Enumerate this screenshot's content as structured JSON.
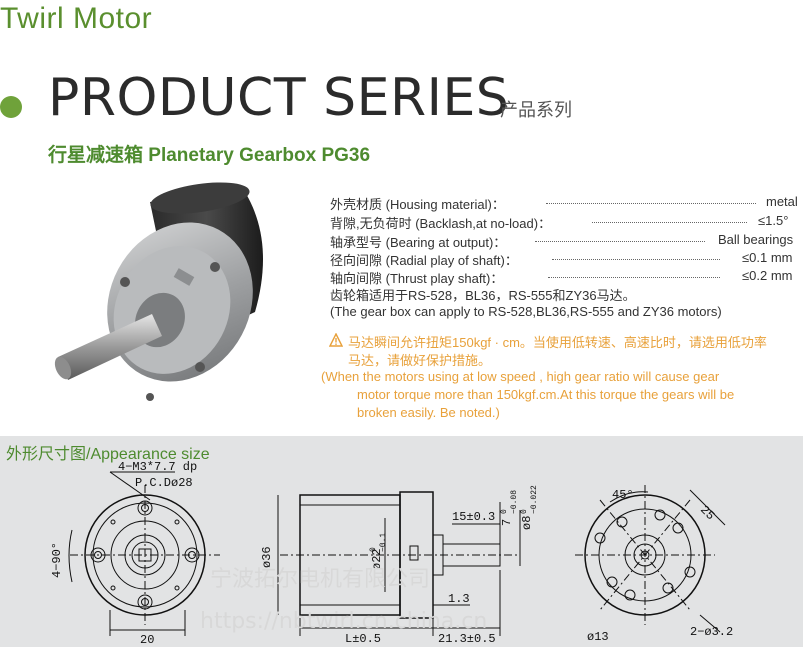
{
  "header": {
    "brand": "Twirl Motor",
    "series_title": "PRODUCT SERIES",
    "series_subtitle": "产品系列",
    "product_title": "行星减速箱 Planetary Gearbox  PG36"
  },
  "specs": [
    {
      "label": "外壳材质  (Housing material)：",
      "value": "metal"
    },
    {
      "label": "背隙,无负荷时  (Backlash,at no-load)：",
      "value": "≤1.5°"
    },
    {
      "label": "轴承型号  (Bearing at output)：",
      "value": "Ball bearings"
    },
    {
      "label": "径向间隙  (Radial play of shaft)：",
      "value": "≤0.1 mm"
    },
    {
      "label": "轴向间隙  (Thrust play shaft)：",
      "value": "≤0.2 mm"
    }
  ],
  "notes": {
    "applicable_cn": "齿轮箱适用于RS-528，BL36，RS-555和ZY36马达。",
    "applicable_en": "(The gear box can apply to RS-528,BL36,RS-555 and ZY36 motors)"
  },
  "warning": {
    "cn_line1": "马达瞬间允许扭矩150kgf · cm。当使用低转速、高速比时，请选用低功率",
    "cn_line2": "马达，请做好保护措施。",
    "en_line1": "(When the motors using at low speed , high gear ratio will cause gear",
    "en_line2": "motor torque more than 150kgf.cm.At this torque the gears will be",
    "en_line3": "broken easily. Be noted.)"
  },
  "appearance": {
    "label": "外形尺寸图/Appearance size",
    "front": {
      "holes": "4−M3*7.7 dp",
      "pcd": "P.C.Dø28",
      "angle": "4−90°",
      "width": "20"
    },
    "side": {
      "dia": "ø36",
      "boss": "ø22",
      "boss_tol_top": "0",
      "boss_tol_bot": "−0.1",
      "len_shaft": "15±0.3",
      "flat": "7",
      "flat_tol_top": "0",
      "flat_tol_bot": "−0.08",
      "shaft": "ø8",
      "shaft_tol_top": "0",
      "shaft_tol_bot": "−0.022",
      "step": "1.3",
      "len_body": "L±0.5",
      "len_out": "21.3±0.5"
    },
    "rear": {
      "angle": "45°",
      "size": "25",
      "dia": "ø13",
      "holes": "2−ø3.2"
    }
  },
  "watermark": {
    "company": "宁波拓尔电机有限公司",
    "url": "https://nbtwirl.cn.china.cn"
  },
  "colors": {
    "green": "#4e8b2f",
    "warning": "#e8a13b",
    "band": "#e2e3e4"
  }
}
